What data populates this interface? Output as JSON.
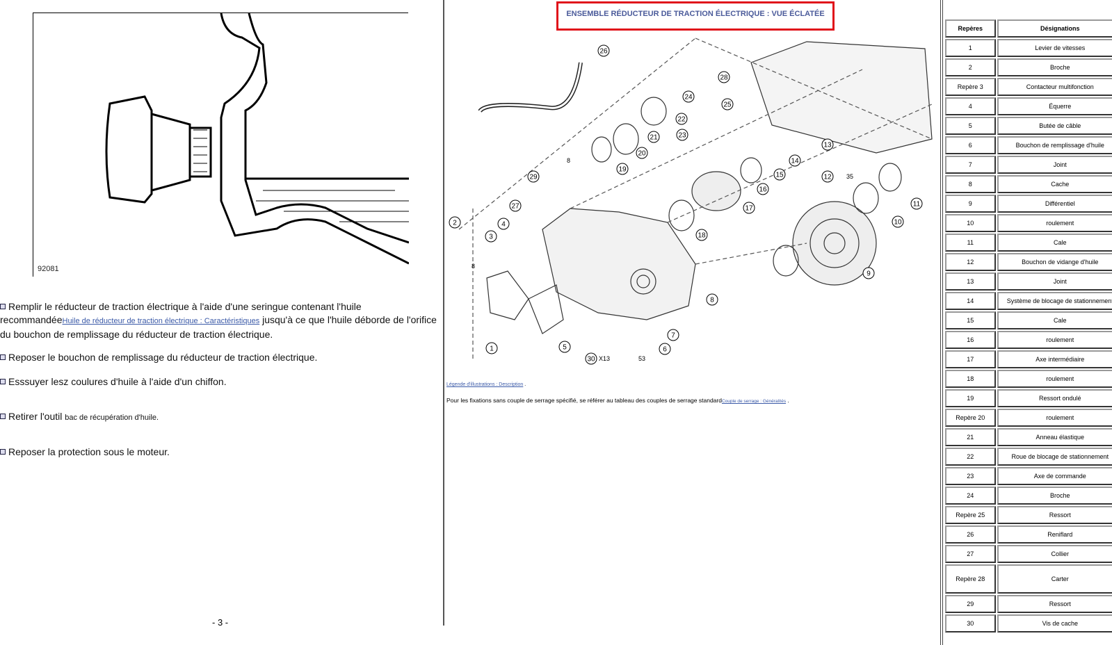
{
  "left": {
    "figure_number": "92081",
    "steps": [
      {
        "text": "Remplir le réducteur de traction électrique à l'aide d'une seringue contenant l'huile recommandée",
        "link": "Huile de réducteur de traction électrique : Caractéristiques",
        "after": " jusqu'à ce que l'huile déborde de l'orifice du bouchon de remplissage du réducteur de traction électrique."
      },
      {
        "text": "Reposer le bouchon de remplissage du réducteur de traction électrique."
      },
      {
        "text": "Esssuyer lesz coulures d'huile à l'aide d'un chiffon."
      },
      {
        "text": "Retirer l'outil ",
        "small": "bac  de  récupération  d'huile."
      },
      {
        "text": "Reposer la protection sous le moteur."
      }
    ],
    "page_number": "- 3 -"
  },
  "middle": {
    "title": "ENSEMBLE RÉDUCTEUR DE TRACTION ÉLECTRIQUE : VUE ÉCLATÉE",
    "callouts": [
      "1",
      "2",
      "3",
      "4",
      "5",
      "6",
      "7",
      "8",
      "9",
      "10",
      "11",
      "12",
      "13",
      "14",
      "15",
      "16",
      "17",
      "18",
      "19",
      "20",
      "21",
      "22",
      "23",
      "24",
      "25",
      "26",
      "27",
      "28",
      "29",
      "30"
    ],
    "annotations": [
      "8",
      "8",
      "35",
      "X13",
      "53"
    ],
    "legend_link": "Légende d'illustrations : Description",
    "legend_after": " .",
    "note": "Pour les fixations sans couple de serrage spécifié, se référer au tableau des couples de serrage standard",
    "note_link": "Couple de serrage : Généralités",
    "note_after": " ."
  },
  "table": {
    "headers": [
      "Repères",
      "Désignations"
    ],
    "rows": [
      [
        "1",
        "Levier de vitesses"
      ],
      [
        "2",
        "Broche"
      ],
      [
        "Repère 3",
        "Contacteur multifonction"
      ],
      [
        "4",
        "Équerre"
      ],
      [
        "5",
        "Butée de câble"
      ],
      [
        "6",
        "Bouchon de remplissage d'huile"
      ],
      [
        "7",
        "Joint"
      ],
      [
        "8",
        "Cache"
      ],
      [
        "9",
        "Différentiel"
      ],
      [
        "10",
        "roulement"
      ],
      [
        "11",
        "Cale"
      ],
      [
        "12",
        "Bouchon de vidange d'huile"
      ],
      [
        "13",
        "Joint"
      ],
      [
        "14",
        "Système de blocage de stationnement"
      ],
      [
        "15",
        "Cale"
      ],
      [
        "16",
        "roulement"
      ],
      [
        "17",
        "Axe intermédiaire"
      ],
      [
        "18",
        "roulement"
      ],
      [
        "19",
        "Ressort ondulé"
      ],
      [
        "Repère 20",
        "roulement"
      ],
      [
        "21",
        "Anneau élastique"
      ],
      [
        "22",
        "Roue de blocage de stationnement"
      ],
      [
        "23",
        "Axe de commande"
      ],
      [
        "24",
        "Broche"
      ],
      [
        "Repère 25",
        "Ressort"
      ],
      [
        "26",
        "Reniflard"
      ],
      [
        "27",
        "Collier"
      ],
      [
        "Repère 28",
        "Carter"
      ],
      [
        "29",
        "Ressort"
      ],
      [
        "30",
        "Vis de cache"
      ]
    ]
  },
  "colors": {
    "title": "#4a5a9a",
    "highlight_box": "#e0101a",
    "link": "#3b5aa8"
  }
}
